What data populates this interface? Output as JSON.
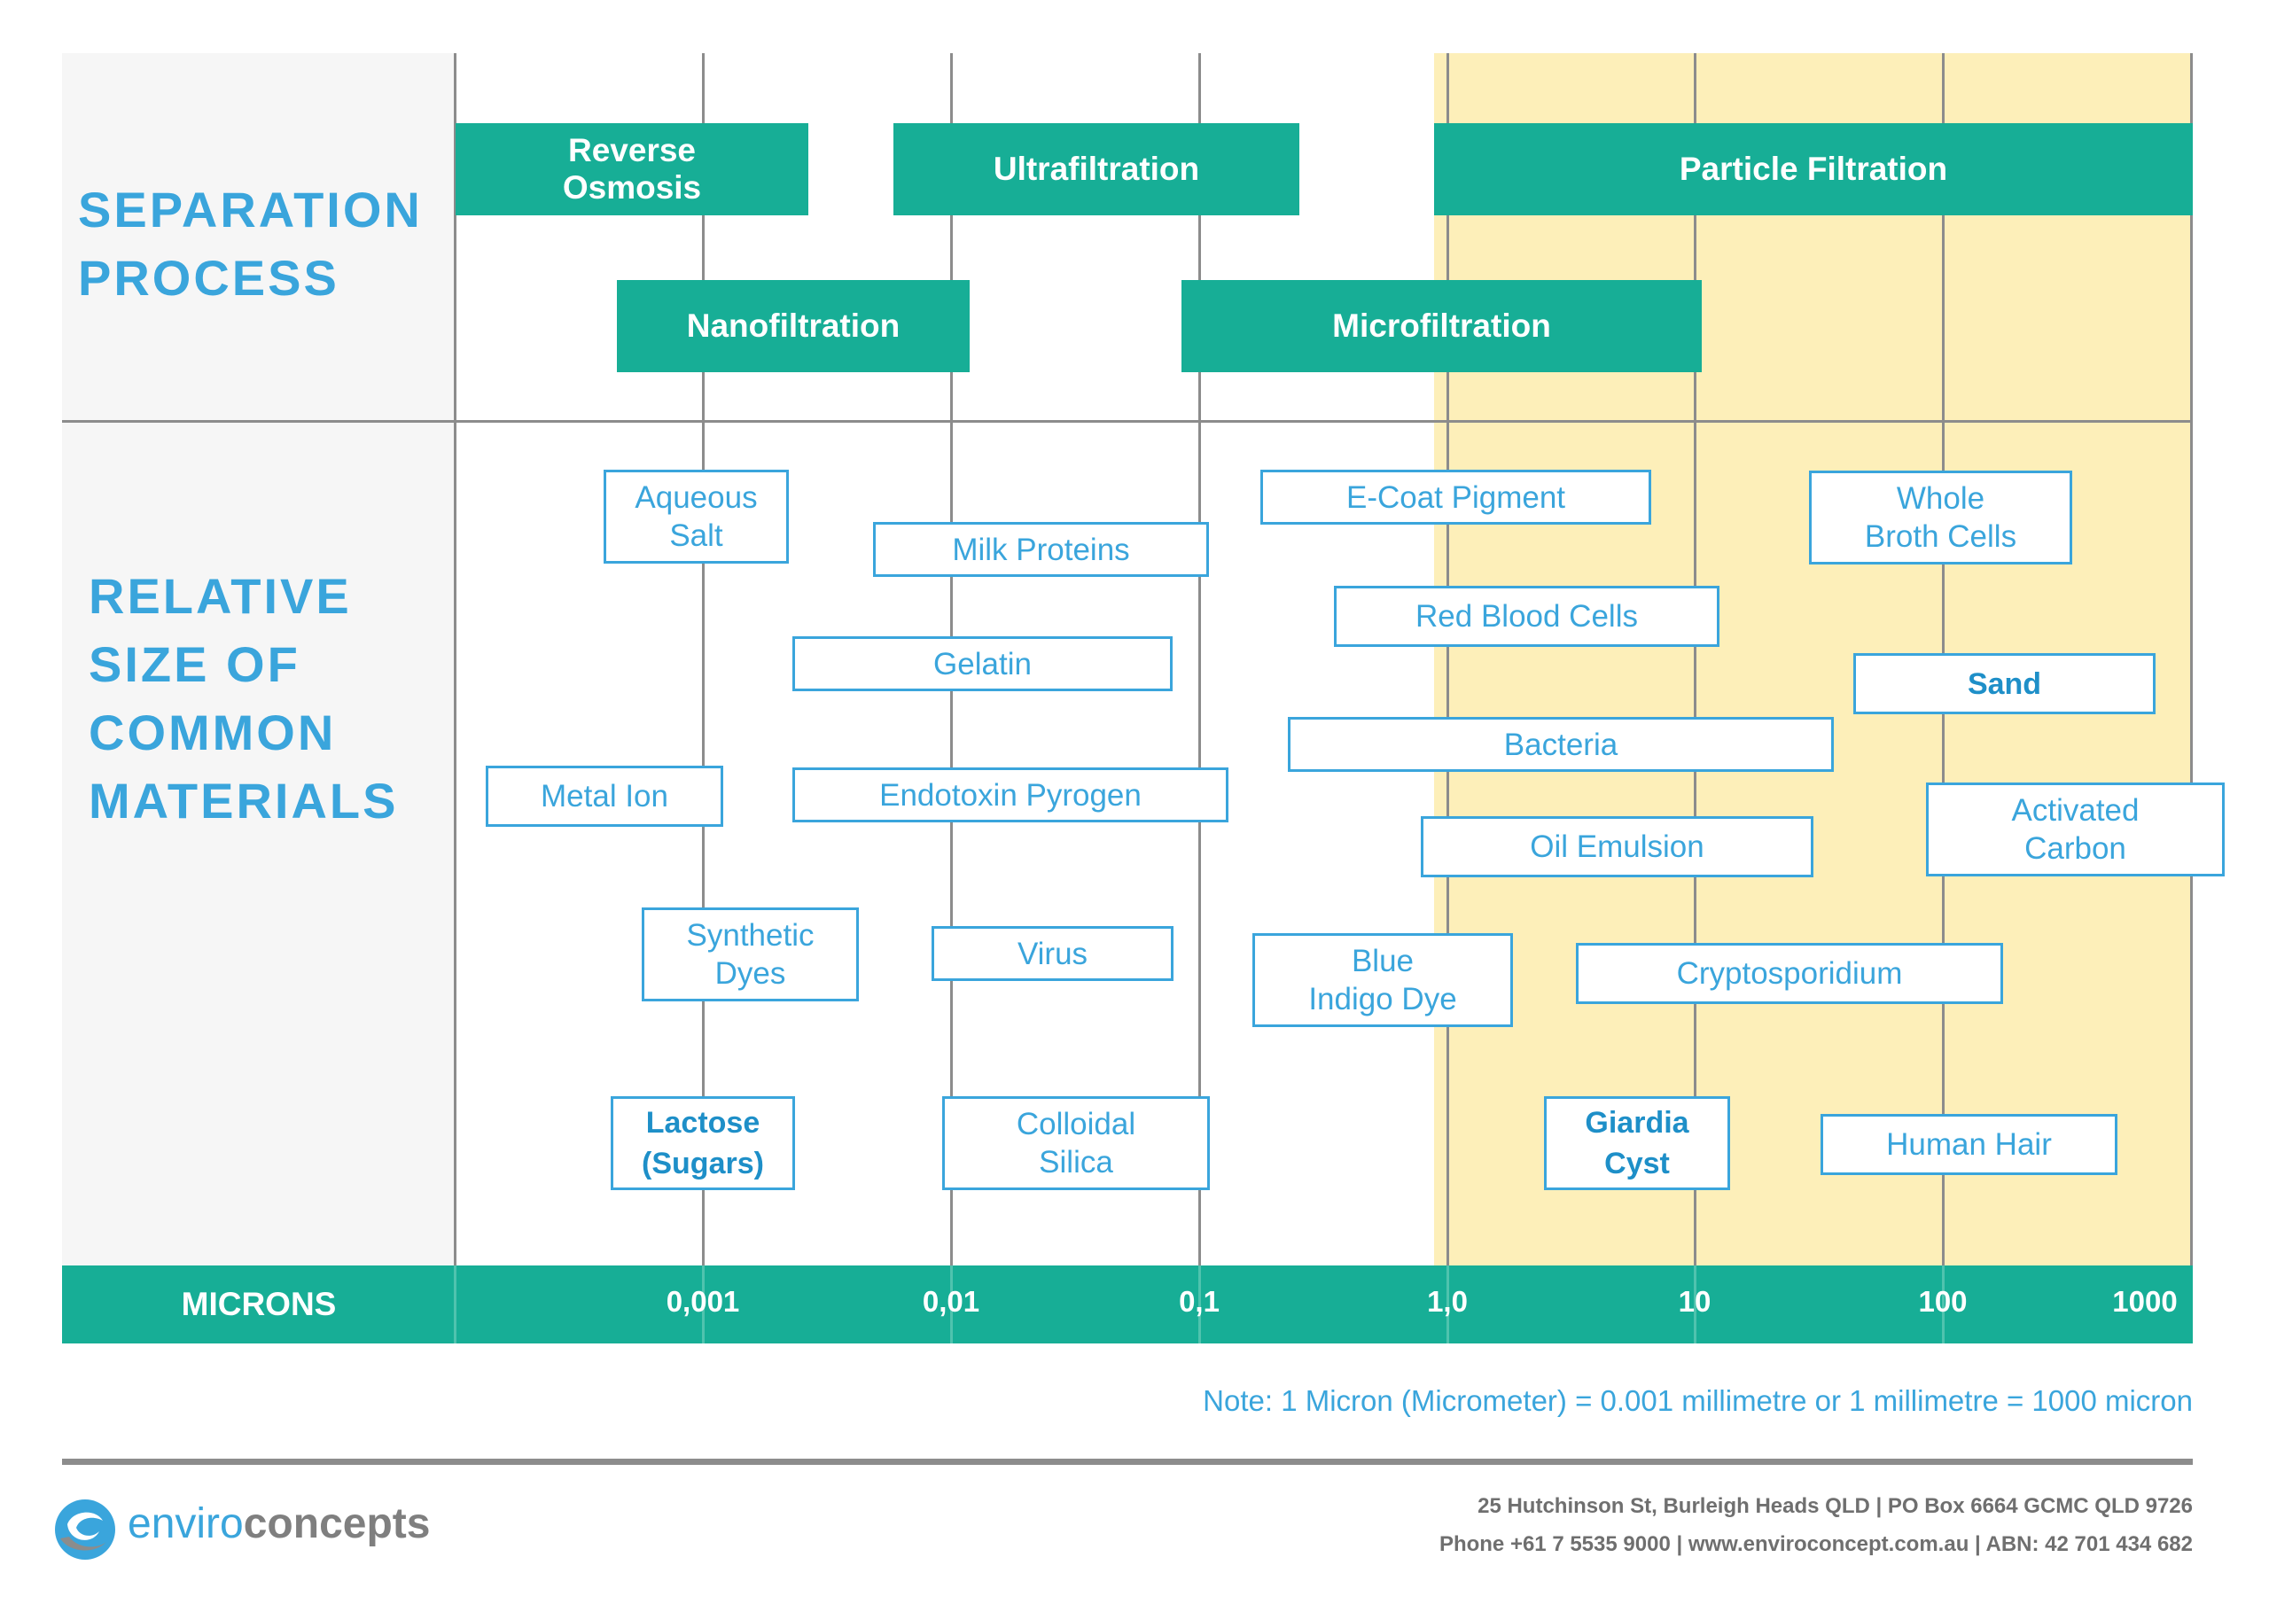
{
  "section_titles": {
    "separation_process": "SEPARATION\nPROCESS",
    "relative_size": "RELATIVE\nSIZE OF\nCOMMON\nMATERIALS"
  },
  "processes": [
    {
      "id": "reverse-osmosis",
      "label": "Reverse\nOsmosis"
    },
    {
      "id": "ultrafiltration",
      "label": "Ultrafiltration"
    },
    {
      "id": "particle-filtration",
      "label": "Particle Filtration"
    },
    {
      "id": "nanofiltration",
      "label": "Nanofiltration"
    },
    {
      "id": "microfiltration",
      "label": "Microfiltration"
    }
  ],
  "materials": [
    {
      "id": "aqueous-salt",
      "label": "Aqueous\nSalt"
    },
    {
      "id": "milk-proteins",
      "label": "Milk Proteins"
    },
    {
      "id": "e-coat-pigment",
      "label": "E-Coat Pigment"
    },
    {
      "id": "whole-broth-cells",
      "label": "Whole\nBroth Cells"
    },
    {
      "id": "red-blood-cells",
      "label": "Red Blood Cells"
    },
    {
      "id": "gelatin",
      "label": "Gelatin"
    },
    {
      "id": "sand",
      "label": "Sand"
    },
    {
      "id": "bacteria",
      "label": "Bacteria"
    },
    {
      "id": "metal-ion",
      "label": "Metal Ion"
    },
    {
      "id": "endotoxin-pyrogen",
      "label": "Endotoxin Pyrogen"
    },
    {
      "id": "activated-carbon",
      "label": "Activated\nCarbon"
    },
    {
      "id": "oil-emulsion",
      "label": "Oil Emulsion"
    },
    {
      "id": "synthetic-dyes",
      "label": "Synthetic\nDyes"
    },
    {
      "id": "virus",
      "label": "Virus"
    },
    {
      "id": "blue-indigo-dye",
      "label": "Blue\nIndigo Dye"
    },
    {
      "id": "cryptosporidium",
      "label": "Cryptosporidium"
    },
    {
      "id": "lactose",
      "label": "Lactose\n(Sugars)"
    },
    {
      "id": "colloidal-silica",
      "label": "Colloidal\nSilica"
    },
    {
      "id": "giardia-cyst",
      "label": "Giardia\nCyst"
    },
    {
      "id": "human-hair",
      "label": "Human Hair"
    }
  ],
  "axis": {
    "title": "MICRONS",
    "ticks": [
      "0,001",
      "0,01",
      "0,1",
      "1,0",
      "10",
      "100",
      "1000"
    ]
  },
  "note": "Note: 1 Micron (Micrometer) = 0.001 millimetre or 1 millimetre = 1000 micron",
  "footer": {
    "logo_prefix": "enviro",
    "logo_suffix": "concepts",
    "address_line1": "25 Hutchinson St, Burleigh Heads QLD  |  PO Box 6664 GCMC QLD 9726",
    "address_line2": "Phone +61 7 5535 9000  |  www.enviroconcept.com.au  |  ABN: 42 701 434 682"
  },
  "colors": {
    "teal": "#17ae96",
    "blue": "#3aa5dc",
    "yellow": "#fdefb9",
    "grey": "#8c8c8c"
  }
}
